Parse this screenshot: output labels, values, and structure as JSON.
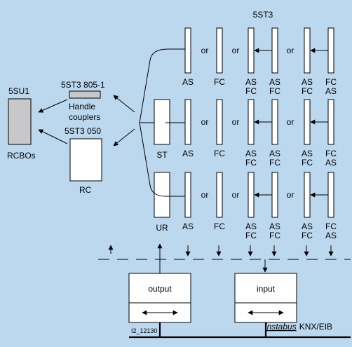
{
  "colors": {
    "background": "#bcd8ef",
    "device_fill": "#ffffff",
    "rcbo_fill": "#c8c8c8",
    "line": "#000000"
  },
  "top_label": "5ST3",
  "separator": "or",
  "rows": [
    {
      "main_label": "",
      "devices": [
        {
          "label_1": "AS",
          "label_2": ""
        },
        {
          "label_1": "FC",
          "label_2": ""
        },
        {
          "label_1": "AS",
          "label_2": "FC"
        },
        {
          "label_1": "AS",
          "label_2": "FC"
        },
        {
          "label_1": "AS",
          "label_2": "FC"
        },
        {
          "label_1": "FC",
          "label_2": "AS"
        }
      ]
    },
    {
      "main_label": "ST",
      "devices": [
        {
          "label_1": "AS",
          "label_2": ""
        },
        {
          "label_1": "FC",
          "label_2": ""
        },
        {
          "label_1": "AS",
          "label_2": "FC"
        },
        {
          "label_1": "AS",
          "label_2": "FC"
        },
        {
          "label_1": "AS",
          "label_2": "FC"
        },
        {
          "label_1": "FC",
          "label_2": "AS"
        }
      ]
    },
    {
      "main_label": "UR",
      "devices": [
        {
          "label_1": "AS",
          "label_2": ""
        },
        {
          "label_1": "FC",
          "label_2": ""
        },
        {
          "label_1": "AS",
          "label_2": "FC"
        },
        {
          "label_1": "AS",
          "label_2": "FC"
        },
        {
          "label_1": "AS",
          "label_2": "FC"
        },
        {
          "label_1": "FC",
          "label_2": "AS"
        }
      ]
    }
  ],
  "left": {
    "rcbo_code": "5SU1",
    "rcbo_label": "RCBOs",
    "coupler_code": "5ST3 805-1",
    "coupler_label_1": "Handle",
    "coupler_label_2": "couplers",
    "rc_code": "5ST3 050",
    "rc_label": "RC"
  },
  "output_label": "output",
  "input_label": "input",
  "figure_id": "I2_12130",
  "bus_word": "instabus",
  "bus_suffix": "KNX/EIB"
}
